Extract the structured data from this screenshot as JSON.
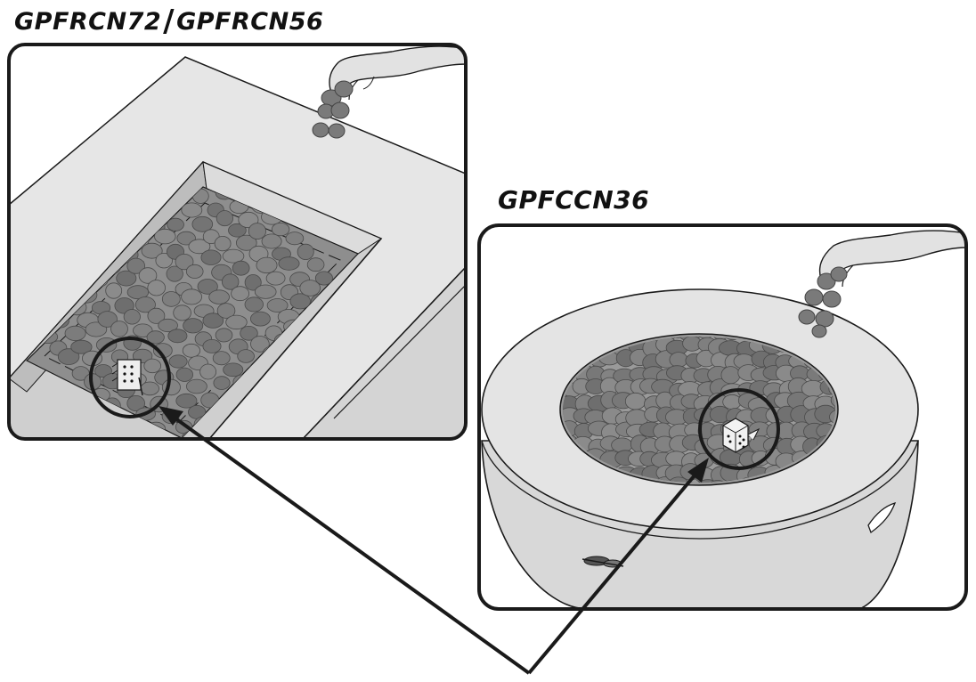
{
  "titles": {
    "left_part1": "GPFRCN72",
    "left_separator": "/",
    "left_part2": "GPFRCN56",
    "right": "GPFCCN36"
  },
  "colors": {
    "outline": "#1a1a1a",
    "surface": "#e6e6e6",
    "surface_dark": "#d0d0d0",
    "pan": "#8c8c8c",
    "stone": "#7a7a7a",
    "stone_edge": "#4a4a4a",
    "background": "#ffffff"
  }
}
